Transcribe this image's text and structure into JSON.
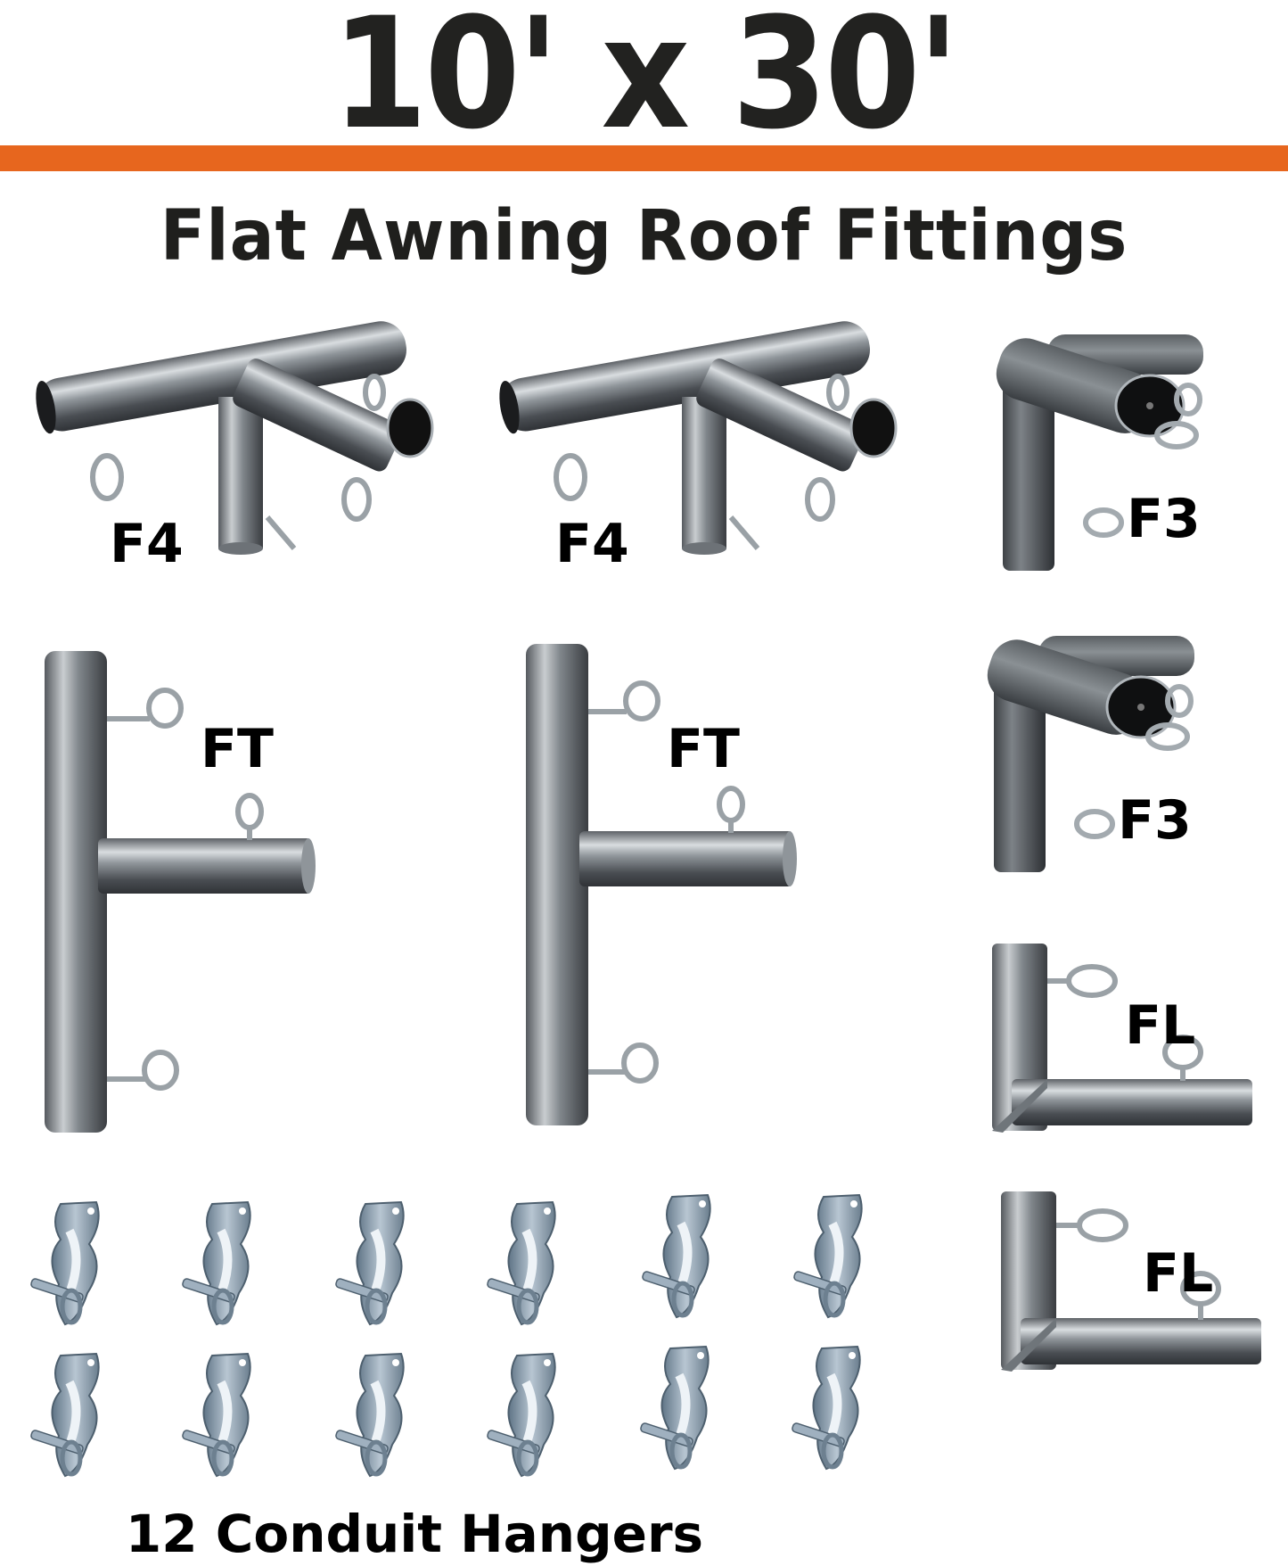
{
  "header": {
    "title": "10' x 30'",
    "subtitle": "Flat Awning Roof Fittings",
    "accent_color": "#e7661e"
  },
  "fittings": [
    {
      "label": "F4",
      "type": "4-way flat fitting"
    },
    {
      "label": "F4",
      "type": "4-way flat fitting"
    },
    {
      "label": "F3",
      "type": "3-way corner fitting"
    },
    {
      "label": "F3",
      "type": "3-way corner fitting"
    },
    {
      "label": "FT",
      "type": "flat T fitting"
    },
    {
      "label": "FT",
      "type": "flat T fitting"
    },
    {
      "label": "FL",
      "type": "flat L fitting"
    },
    {
      "label": "FL",
      "type": "flat L fitting"
    }
  ],
  "hangers": {
    "count": 12,
    "caption": "12 Conduit Hangers"
  }
}
